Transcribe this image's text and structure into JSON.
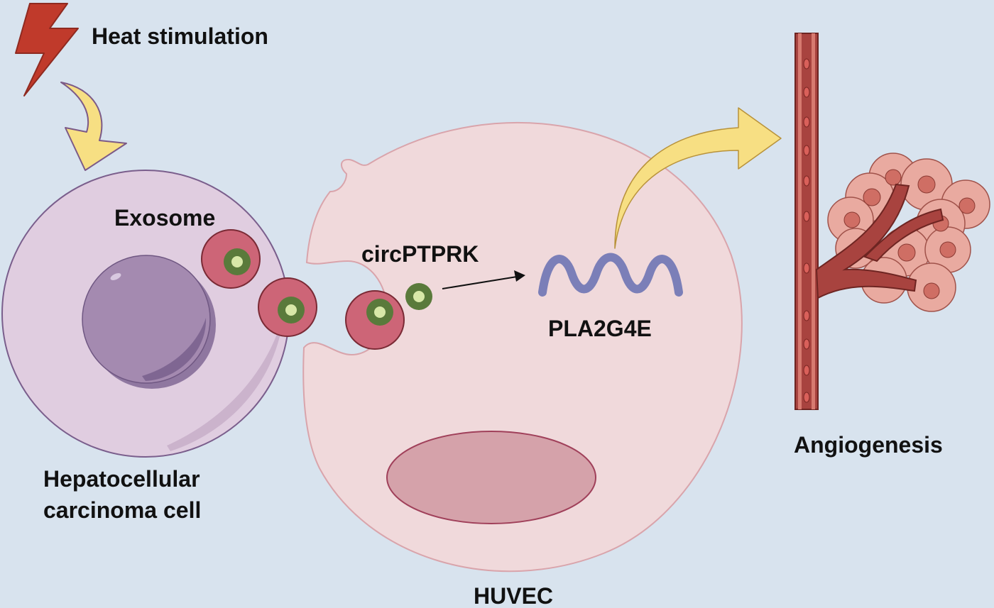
{
  "labels": {
    "heat_stimulation": "Heat stimulation",
    "exosome": "Exosome",
    "circ": "circPTPRK",
    "gene": "PLA2G4E",
    "angiogenesis": "Angiogenesis",
    "hcc_line1": "Hepatocellular",
    "hcc_line2": "carcinoma cell",
    "huvec": "HUVEC"
  },
  "icons": {
    "lightning": "lightning-bolt-icon",
    "curved_arrow": "curved-arrow-icon",
    "vessel": "blood-vessel-icon",
    "tumor": "tumor-cluster-icon"
  },
  "colors": {
    "background": "#d8e3ee",
    "hcc_cell": "#e0cde0",
    "nucleus": "#a48ab0",
    "huvec_cell": "#f0d9db",
    "huvec_nucleus": "#d5a2aa",
    "exosome": "#cd6577",
    "circ_rna_outer": "#5a7a3b",
    "circ_rna_inner": "#d8e8a8",
    "mrna": "#7b7fb8",
    "arrow_yellow": "#f7df83",
    "lightning": "#c03a2b",
    "vessel": "#a8433f",
    "tumor": "#e9aaa0"
  }
}
